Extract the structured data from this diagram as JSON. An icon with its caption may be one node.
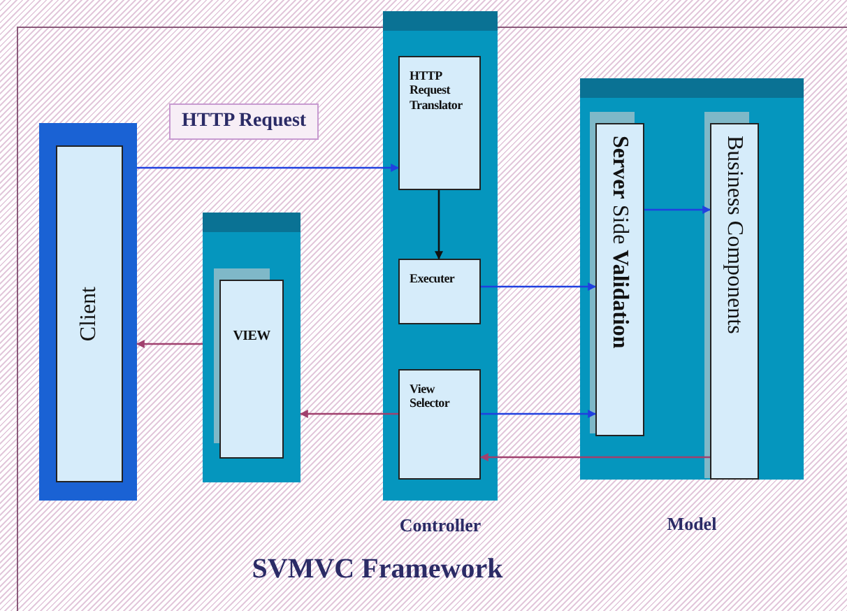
{
  "diagram": {
    "title": "SVMVC Framework",
    "nodes": [
      {
        "text": [
          "Client"
        ]
      },
      {
        "text": [
          "VIEW"
        ]
      },
      {
        "text": [
          "Controller"
        ]
      },
      {
        "text": [
          "HTTP Request Translator"
        ],
        "in": 2
      },
      {
        "text": [
          "Executer"
        ],
        "in": 2
      },
      {
        "text": [
          "View Selector"
        ],
        "in": 2
      },
      {
        "text": [
          "Model"
        ]
      },
      {
        "text": [
          "**Server** Side **Validation**"
        ],
        "in": 6
      },
      {
        "text": [
          "Business Components"
        ],
        "in": 6
      }
    ],
    "edges": [
      {
        "from": 0,
        "to": 3,
        "arrow": "to",
        "label": "HTTP Request"
      },
      {
        "from": 3,
        "to": 4,
        "arrow": "to",
        "color": "#111111"
      },
      {
        "from": 4,
        "to": 7,
        "arrow": "to"
      },
      {
        "from": 5,
        "to": 7,
        "arrow": "to"
      },
      {
        "from": 7,
        "to": 8,
        "arrow": "to"
      },
      {
        "from": 8,
        "to": 5,
        "arrow": "to",
        "color": "#a0406e"
      },
      {
        "from": 5,
        "to": 1,
        "arrow": "to",
        "color": "#a0406e"
      },
      {
        "from": 1,
        "to": 0,
        "arrow": "to",
        "color": "#a0406e"
      }
    ]
  }
}
